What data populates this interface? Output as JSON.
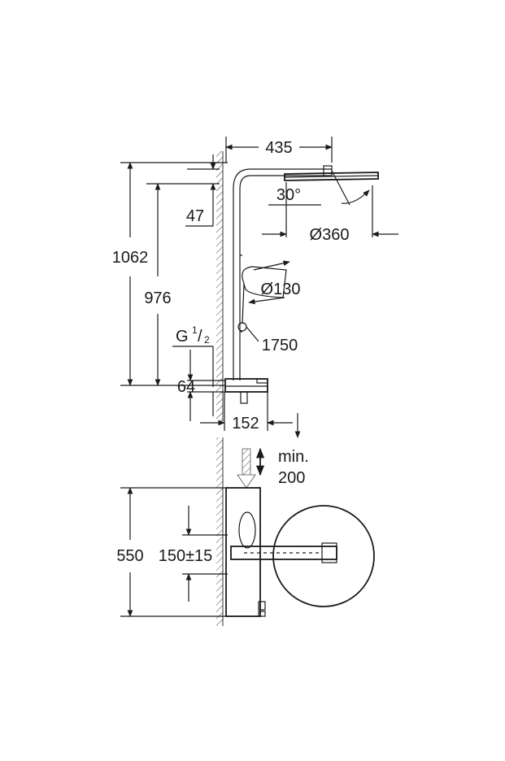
{
  "dimensions": {
    "width_top": "435",
    "angle": "30°",
    "diameter_head": "Ø360",
    "offset_47": "47",
    "height_total": "1062",
    "height_976": "976",
    "diameter_hand": "Ø130",
    "hose_length": "1750",
    "thread_label": "G",
    "thread_num": "1",
    "thread_den": "2",
    "offset_64": "64",
    "depth_152": "152",
    "clearance_min": "min.",
    "clearance_val": "200",
    "height_550": "550",
    "spacing": "150±15"
  }
}
